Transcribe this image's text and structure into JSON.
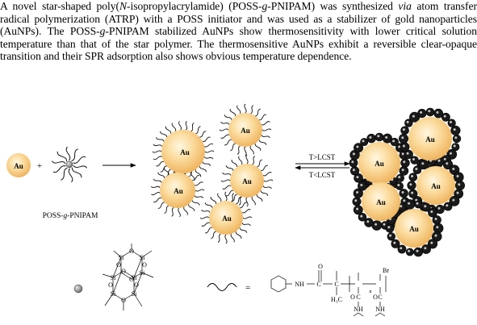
{
  "abstract": {
    "t1": "A novel star-shaped poly(",
    "t2": "N",
    "t3": "-isopropylacrylamide) (POSS-",
    "t4": "g",
    "t5": "-PNIPAM) was synthesized ",
    "t6": "via",
    "t7": " atom transfer radical polymerization (ATRP) with a POSS initiator and was used as a stabilizer of gold nanoparticles (AuNPs). The POSS-",
    "t8": "g",
    "t9": "-PNIPAM stabilized AuNPs show thermosensitivity with lower critical solution temperature than that of the star polymer. The thermosensitive AuNPs exhibit a reversible clear-opaque transition and their SPR adsorption also shows obvious temperature dependence."
  },
  "figure": {
    "au_label": "Au",
    "plus": "+",
    "poss_label": {
      "a": "POSS-",
      "b": "g",
      "c": "-PNIPAM"
    },
    "forward_condition": "T>LCST",
    "reverse_condition": "T<LCST",
    "si_label": "Si",
    "o_label": "O",
    "equals": "=",
    "chem": {
      "nh": "NH",
      "c": "C",
      "o": "O",
      "h3c": "H₃C",
      "br": "Br",
      "n": "n"
    },
    "colors": {
      "gold_light": "#fdf0d0",
      "gold": "#f7c777",
      "gold_dark": "#e2a34a"
    }
  }
}
